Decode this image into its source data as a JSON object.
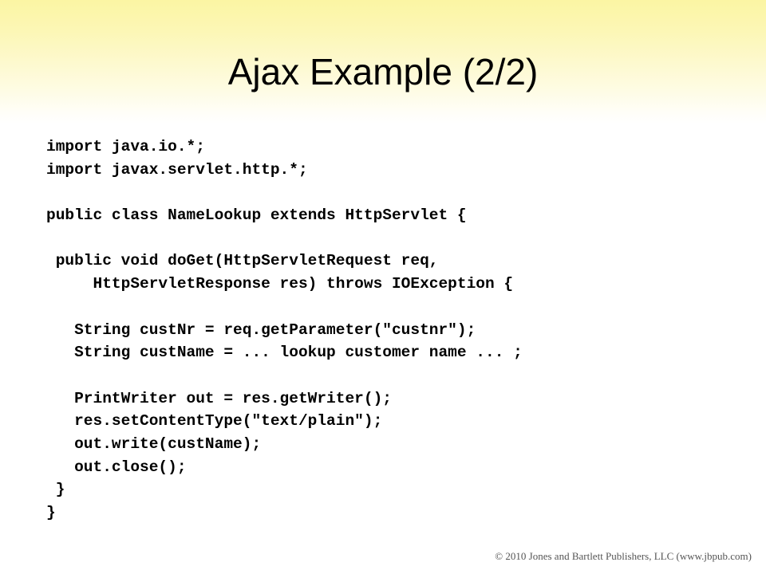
{
  "slide": {
    "title": "Ajax Example (2/2)",
    "code_lines": [
      "import java.io.*;",
      "import javax.servlet.http.*;",
      "",
      "public class NameLookup extends HttpServlet {",
      "",
      " public void doGet(HttpServletRequest req,",
      "     HttpServletResponse res) throws IOException {",
      "",
      "   String custNr = req.getParameter(\"custnr\");",
      "   String custName = ... lookup customer name ... ;",
      "",
      "   PrintWriter out = res.getWriter();",
      "   res.setContentType(\"text/plain\");",
      "   out.write(custName);",
      "   out.close();",
      " }",
      "}"
    ],
    "footer": "© 2010 Jones and Bartlett Publishers, LLC (www.jbpub.com)"
  }
}
